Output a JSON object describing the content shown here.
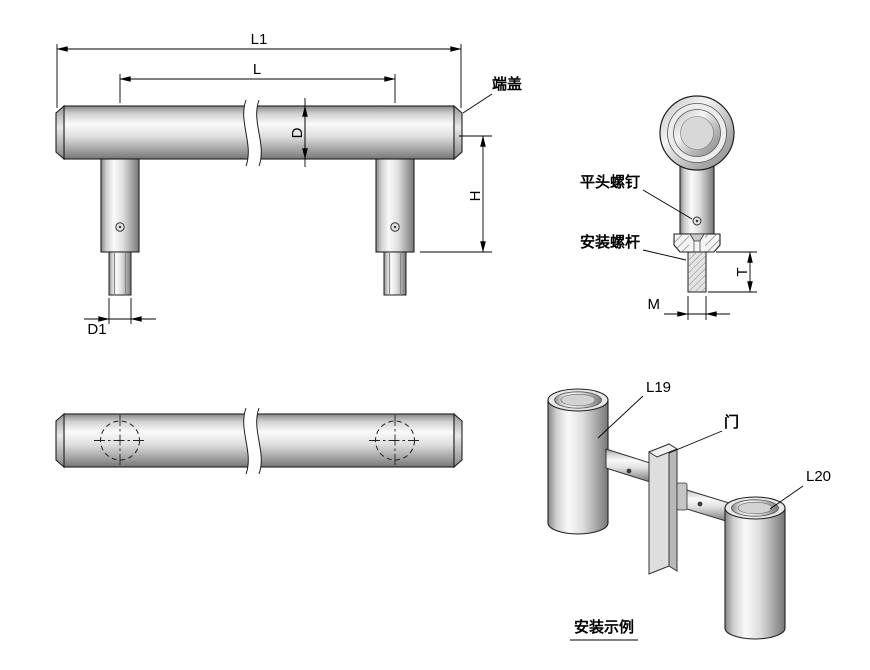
{
  "front_view": {
    "dim_l1": "L1",
    "dim_l": "L",
    "dim_d": "D",
    "dim_h": "H",
    "dim_d1": "D1",
    "end_cap": "端盖"
  },
  "side_view": {
    "flat_head_screw": "平头螺钉",
    "mounting_rod": "安装螺杆",
    "dim_t": "T",
    "dim_m": "M"
  },
  "installation_view": {
    "upper_handle": "L19",
    "door": "门",
    "lower_handle": "L20",
    "caption": "安装示例"
  },
  "colors": {
    "line": "#000000",
    "metal_light": "#fafafa",
    "metal_dark": "#777777",
    "background": "#ffffff"
  }
}
